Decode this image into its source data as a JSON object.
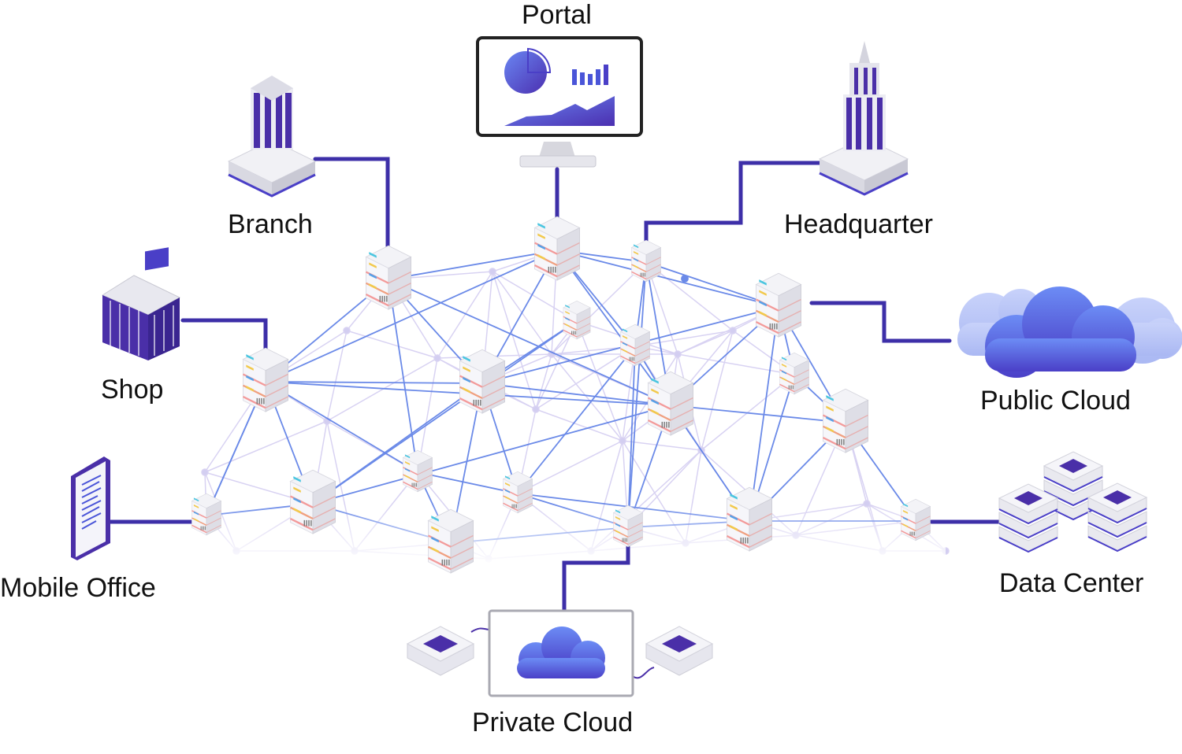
{
  "labels": {
    "portal": "Portal",
    "branch": "Branch",
    "headquarter": "Headquarter",
    "shop": "Shop",
    "public_cloud": "Public Cloud",
    "mobile_office": "Mobile Office",
    "data_center": "Data Center",
    "private_cloud": "Private Cloud"
  },
  "colors": {
    "accent_dark": "#3a2d9c",
    "accent_mid": "#4a55d8",
    "link": "#5d7fe6",
    "faint_link": "#c9c2ee",
    "server_body": "#e9e9f0",
    "server_stripe": "#f08a8a",
    "cloud": "#5566e8",
    "cloud_light": "#b8c2f5"
  }
}
